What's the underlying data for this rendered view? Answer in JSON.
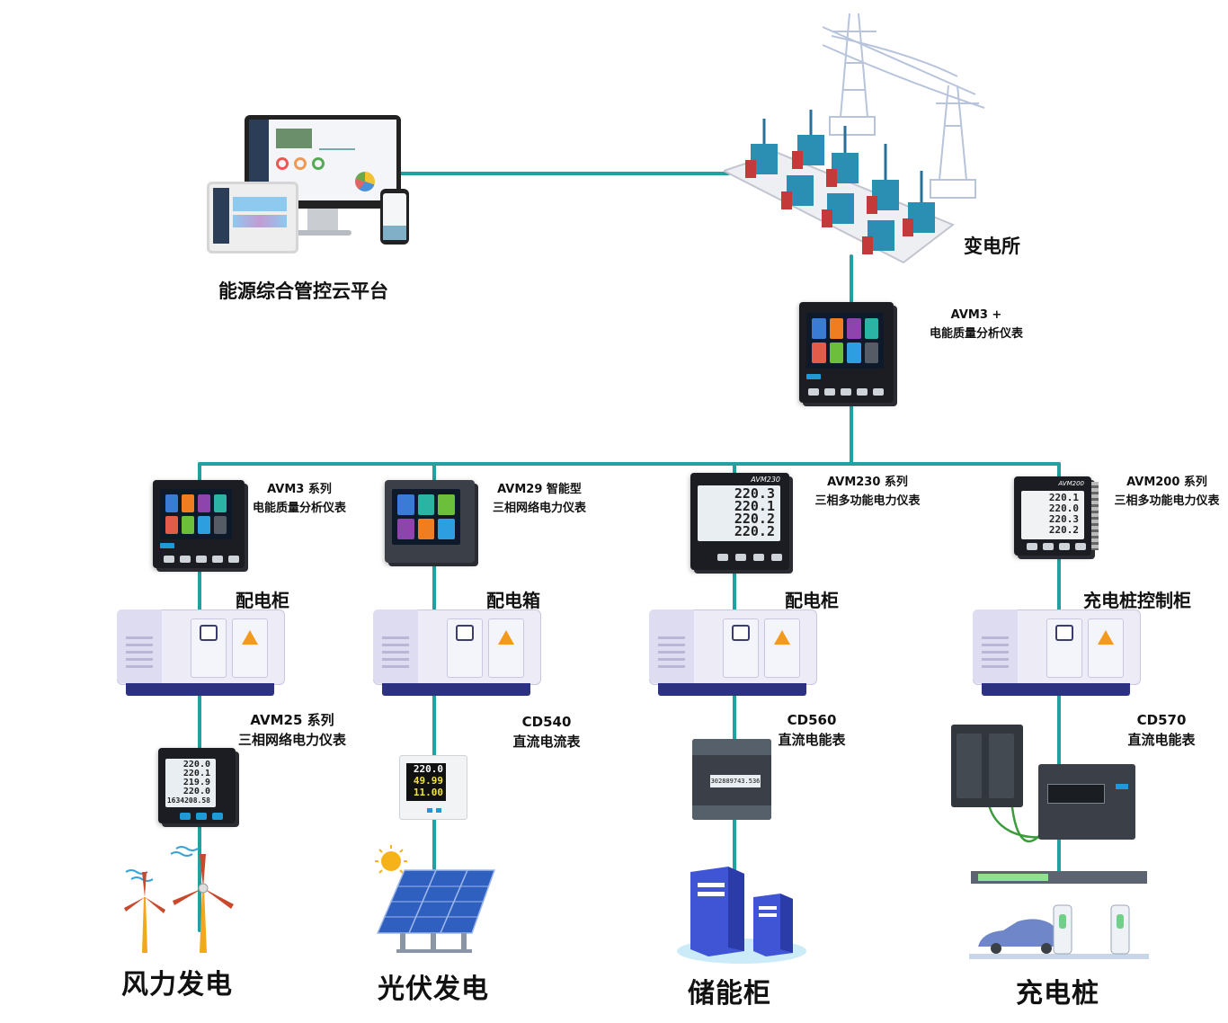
{
  "platform": {
    "label": "能源综合管控云平台"
  },
  "substation": {
    "label": "变电所"
  },
  "main_meter": {
    "model": "AVM3 +",
    "desc": "电能质量分析仪表",
    "icons": [
      "home-icon",
      "flame-icon",
      "bar-chart-icon",
      "moon-icon",
      "doc-icon",
      "bolt-icon",
      "sun-icon",
      "gear-icon"
    ]
  },
  "branches": [
    {
      "meter_model": "AVM3 系列",
      "meter_desc": "电能质量分析仪表",
      "cabinet": "配电柜",
      "dc_model": "AVM25 系列",
      "dc_desc": "三相网络电力仪表",
      "end_label": "风力发电",
      "lcd": [
        "220.0",
        "220.1",
        "219.9",
        "220.0",
        "1634208.58"
      ]
    },
    {
      "meter_model": "AVM29 智能型",
      "meter_desc": "三相网络电力仪表",
      "cabinet": "配电箱",
      "dc_model": "CD540",
      "dc_desc": "直流电流表",
      "end_label": "光伏发电",
      "lcd": [
        "220.0",
        "49.99",
        "11.00"
      ]
    },
    {
      "meter_model": "AVM230 系列",
      "meter_desc": "三相多功能电力仪表",
      "cabinet": "配电柜",
      "dc_model": "CD560",
      "dc_desc": "直流电能表",
      "end_label": "储能柜",
      "lcd": [
        "220.3",
        "220.1",
        "220.2",
        "220.2"
      ],
      "meter_brand": "AVM230",
      "dc_lcd": "302889743.536"
    },
    {
      "meter_model": "AVM200 系列",
      "meter_desc": "三相多功能电力仪表",
      "cabinet": "充电桩控制柜",
      "dc_model": "CD570",
      "dc_desc": "直流电能表",
      "end_label": "充电桩",
      "lcd": [
        "220.1",
        "220.0",
        "220.3",
        "220.2"
      ],
      "meter_brand": "AVM200"
    }
  ],
  "colors": {
    "wire": "#23a1a0",
    "accent": "#1d9bd6",
    "cabinet_base": "#2d3280",
    "warning": "#f29a1d"
  }
}
